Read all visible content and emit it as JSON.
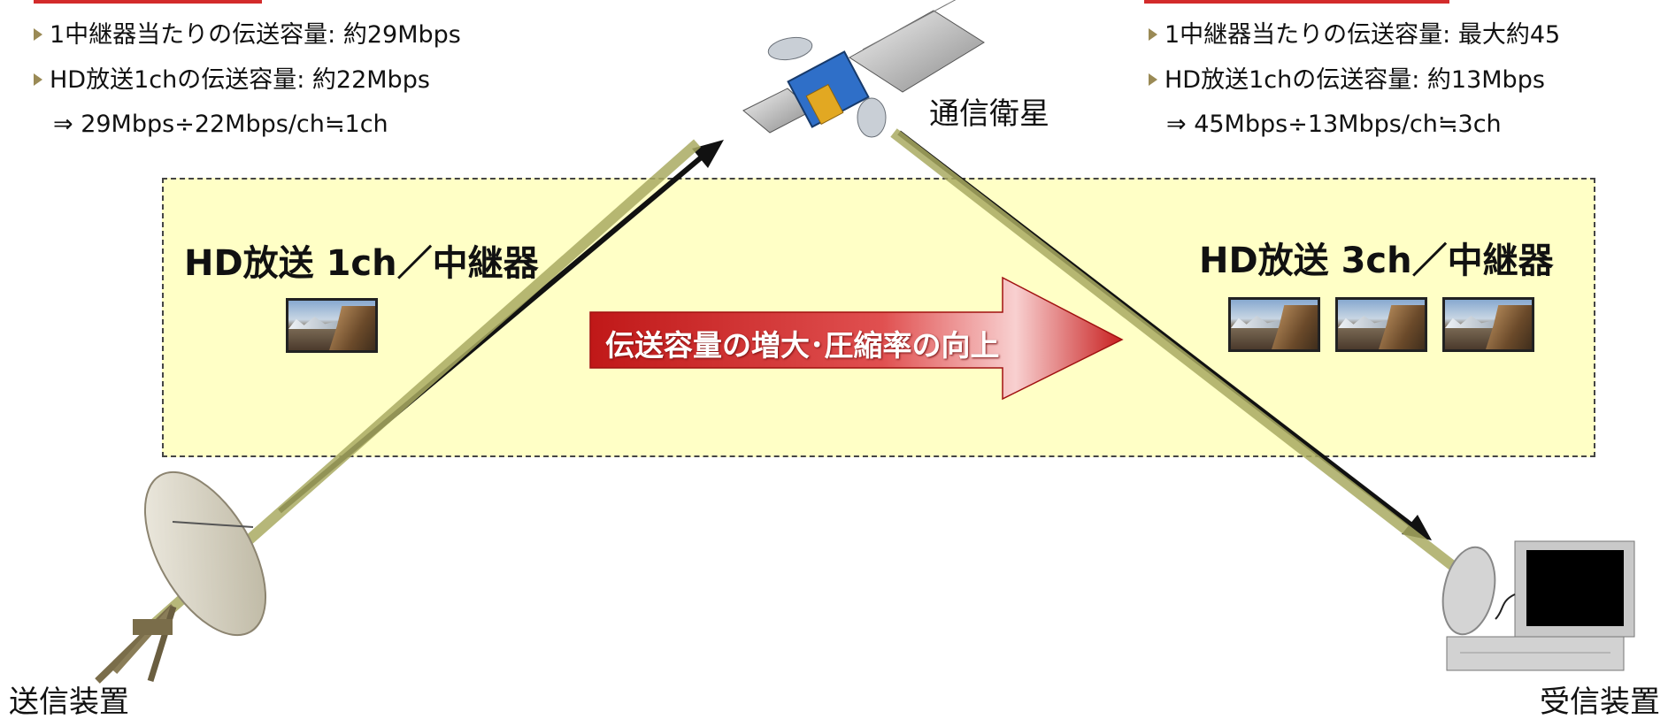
{
  "left_spec": {
    "line1": "1中継器当たりの伝送容量:  約29Mbps",
    "line2": "HD放送1chの伝送容量:  約22Mbps",
    "line3": "⇒  29Mbps÷22Mbps/ch≒1ch"
  },
  "right_spec": {
    "line1": "1中継器当たりの伝送容量:  最大約45",
    "line2": "HD放送1chの伝送容量:  約13Mbps",
    "line3": "⇒  45Mbps÷13Mbps/ch≒3ch"
  },
  "satellite_label": "通信衛星",
  "left_heading": "HD放送 1ch／中継器",
  "right_heading": "HD放送 3ch／中継器",
  "arrow_text": "伝送容量の増大･圧縮率の向上",
  "transmitter_label": "送信装置",
  "receiver_label": "受信装置",
  "colors": {
    "highlight_box": "#ffffc6",
    "arrow_red": "#c82020",
    "header_bar": "#d32b2b",
    "beam_olive": "#a9aa62"
  },
  "icons": [
    "satellite-icon",
    "transmitter-dish-icon",
    "receiver-dish-tv-icon",
    "mountain-thumbnail-icon",
    "bullet-arrow-icon"
  ]
}
